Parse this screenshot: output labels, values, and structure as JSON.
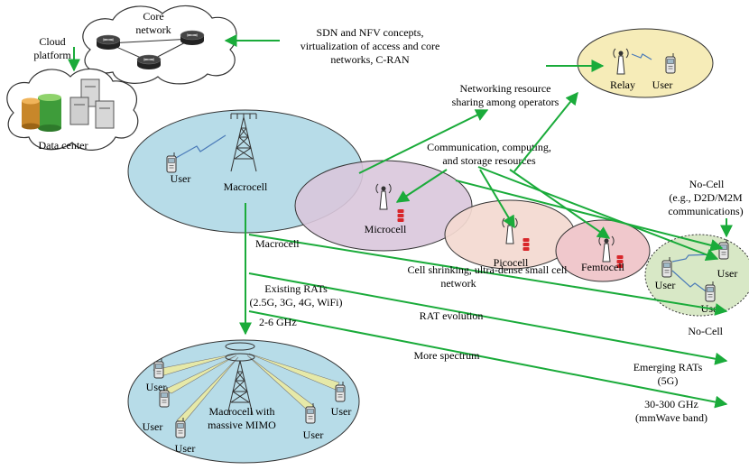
{
  "cloud": {
    "platform_l1": "Cloud",
    "platform_l2": "platform",
    "core_l1": "Core",
    "core_l2": "network",
    "datacenter": "Data center"
  },
  "sdn": {
    "l1": "SDN and NFV concepts,",
    "l2": "virtualization of access and core",
    "l3": "networks, C-RAN"
  },
  "relay": {
    "relay": "Relay",
    "user": "User"
  },
  "sharing": {
    "l1": "Networking resource",
    "l2": "sharing among operators"
  },
  "resources": {
    "l1": "Communication, computing,",
    "l2": "and storage resources"
  },
  "nocell": {
    "l1": "No-Cell",
    "l2": "(e.g., D2D/M2M",
    "l3": "communications)",
    "user1": "User",
    "user2": "User",
    "user3": "User"
  },
  "cells": {
    "macro": "Macrocell",
    "macro_user": "User",
    "micro": "Microcell",
    "pico": "Picocell",
    "femto": "Femtocell"
  },
  "trends": {
    "t1_start": "Macrocell",
    "t1_mid_l1": "Cell shrinking, ultra-dense small cell",
    "t1_mid_l2": "network",
    "t1_end": "No-Cell",
    "t2_start_l1": "Existing RATs",
    "t2_start_l2": "(2.5G, 3G, 4G, WiFi)",
    "t2_mid": "RAT evolution",
    "t2_end_l1": "Emerging RATs",
    "t2_end_l2": "(5G)",
    "t3_start": "2-6 GHz",
    "t3_mid": "More spectrum",
    "t3_end_l1": "30-300 GHz",
    "t3_end_l2": "(mmWave band)"
  },
  "mimo": {
    "l1": "Macrocell with",
    "l2": "massive MIMO",
    "user1": "User",
    "user2": "User",
    "user3": "User",
    "user4": "User",
    "user5": "User"
  },
  "colors": {
    "arrow": "#1aab3a",
    "macro_fill": "#b7dce8",
    "micro_fill": "#d9c7dc",
    "pico_fill": "#f3d9d0",
    "femto_fill": "#f0c8cc",
    "relay_fill": "#f6ecb8",
    "nocell_fill": "#d8e8c6",
    "storage": "#d8262a"
  }
}
